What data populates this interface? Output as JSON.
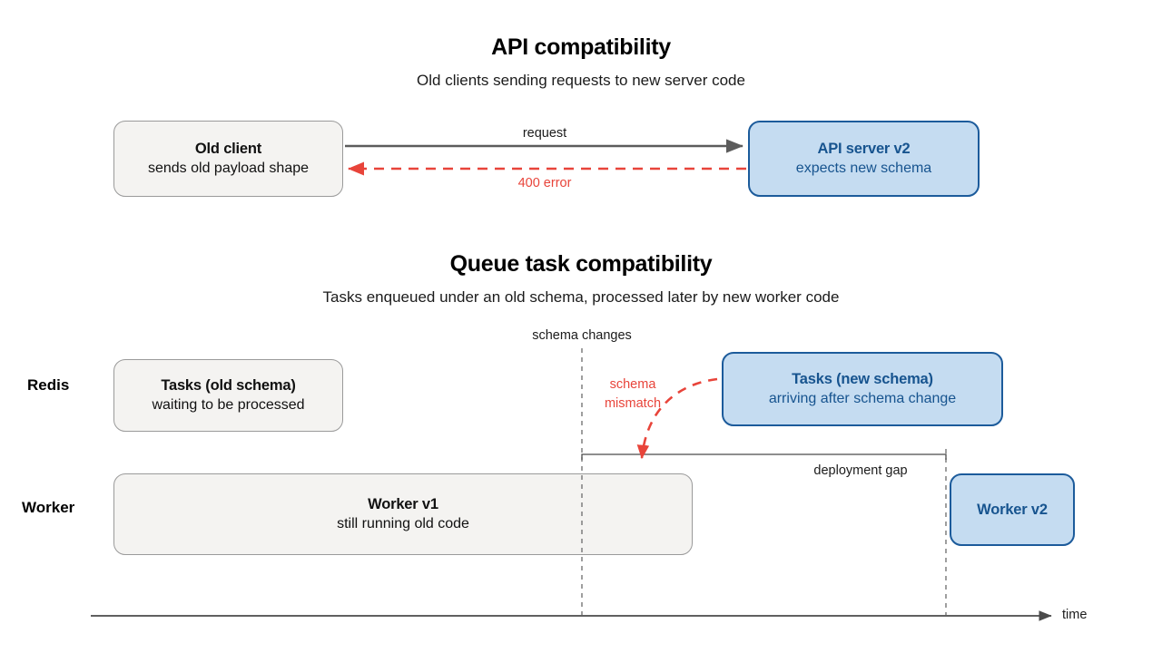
{
  "sections": {
    "api": {
      "title": "API compatibility",
      "subtitle": "Old clients sending requests to new server code",
      "boxes": {
        "old_client": {
          "title": "Old client",
          "subtitle": "sends old payload shape"
        },
        "api_server": {
          "title": "API server v2",
          "subtitle": "expects new schema"
        }
      },
      "edges": {
        "request": "request",
        "error": "400 error"
      }
    },
    "queue": {
      "title": "Queue task compatibility",
      "subtitle": "Tasks enqueued under an old schema, processed later by new worker code",
      "row_labels": {
        "redis": "Redis",
        "worker": "Worker"
      },
      "boxes": {
        "tasks_old": {
          "title": "Tasks (old schema)",
          "subtitle": "waiting to be processed"
        },
        "tasks_new": {
          "title": "Tasks (new schema)",
          "subtitle": "arriving after schema change"
        },
        "worker_v1": {
          "title": "Worker v1",
          "subtitle": "still running old code"
        },
        "worker_v2": {
          "title": "Worker v2",
          "subtitle": ""
        }
      },
      "annotations": {
        "schema_changes": "schema changes",
        "schema_mismatch": "schema\nmismatch",
        "schema_mismatch_line1": "schema",
        "schema_mismatch_line2": "mismatch",
        "deployment_gap": "deployment gap",
        "time_axis": "time"
      }
    }
  },
  "colors": {
    "background": "#ffffff",
    "text": "#111111",
    "gray_box_fill": "#f4f3f1",
    "gray_box_border": "#9a9a9a",
    "blue_box_fill": "#c5dcf1",
    "blue_box_border": "#1c5b9b",
    "blue_text": "#17548f",
    "red_accent": "#e8443a",
    "arrow_gray": "#5c5c5c",
    "dashed_guide": "#6b6b6b"
  }
}
